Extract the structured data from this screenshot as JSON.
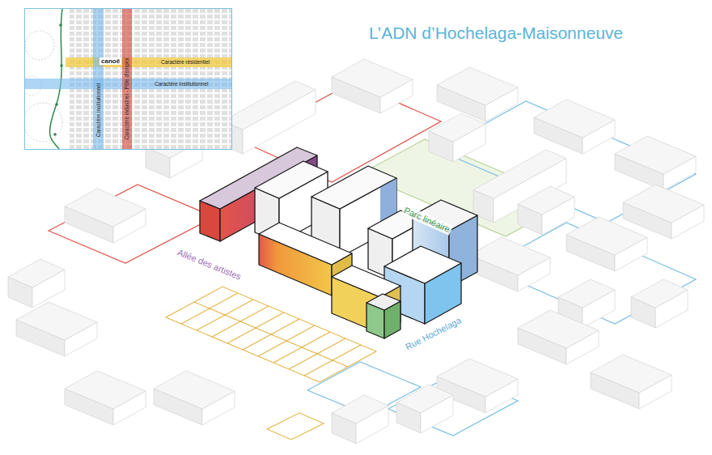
{
  "diagram": {
    "title": "L’ADN d’Hochelaga-Maisonneuve",
    "nodes": [
      {
        "text": [
          "Caractère résidentiel"
        ]
      },
      {
        "text": [
          "Caractère institutionnel"
        ]
      },
      {
        "text": [
          "Caractère institutionnel"
        ]
      },
      {
        "text": [
          "Caractère industriel - Pôle d'emploi"
        ]
      }
    ],
    "labels": [
      "canoë",
      "Allée des artistes",
      "Parc linéaire",
      "Rue Hochelaga"
    ]
  }
}
